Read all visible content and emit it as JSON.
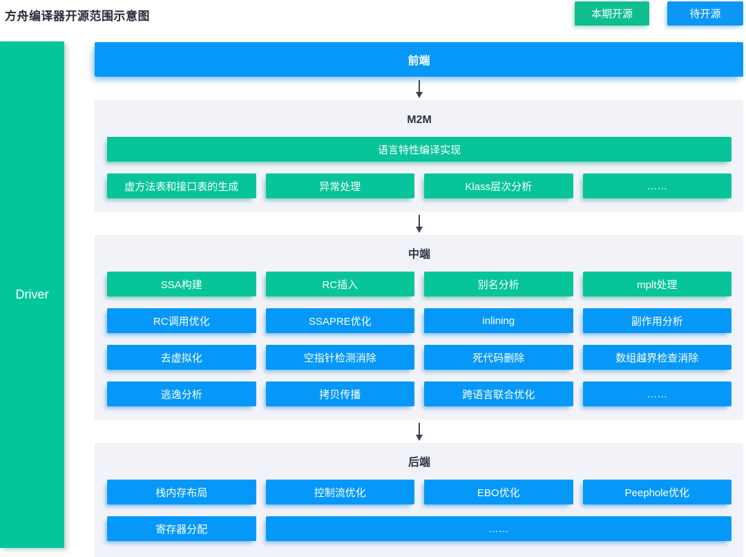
{
  "title": "方舟编译器开源范围示意图",
  "legend": {
    "items": [
      {
        "label": "本期开源",
        "type": "green",
        "color": "#0FBE8F"
      },
      {
        "label": "待开源",
        "type": "blue",
        "color": "#0D97F5"
      }
    ]
  },
  "driver": {
    "label": "Driver"
  },
  "flow": {
    "frontend_label": "前端",
    "sections": [
      {
        "id": "m2m",
        "title": "M2M",
        "rows": [
          [
            {
              "label": "语言特性编译实现",
              "color": "green",
              "span": 4
            }
          ],
          [
            {
              "label": "虚方法表和接口表的生成",
              "color": "green"
            },
            {
              "label": "异常处理",
              "color": "green"
            },
            {
              "label": "Klass层次分析",
              "color": "green"
            },
            {
              "label": "……",
              "color": "green"
            }
          ]
        ]
      },
      {
        "id": "middle-end",
        "title": "中端",
        "rows": [
          [
            {
              "label": "SSA构建",
              "color": "green"
            },
            {
              "label": "RC插入",
              "color": "green"
            },
            {
              "label": "别名分析",
              "color": "green"
            },
            {
              "label": "mplt处理",
              "color": "green"
            }
          ],
          [
            {
              "label": "RC调用优化",
              "color": "blue"
            },
            {
              "label": "SSAPRE优化",
              "color": "blue"
            },
            {
              "label": "inlining",
              "color": "blue"
            },
            {
              "label": "副作用分析",
              "color": "blue"
            }
          ],
          [
            {
              "label": "去虚拟化",
              "color": "blue"
            },
            {
              "label": "空指针检测消除",
              "color": "blue"
            },
            {
              "label": "死代码删除",
              "color": "blue"
            },
            {
              "label": "数组越界检查消除",
              "color": "blue"
            }
          ],
          [
            {
              "label": "逃逸分析",
              "color": "blue"
            },
            {
              "label": "拷贝传播",
              "color": "blue"
            },
            {
              "label": "跨语言联合优化",
              "color": "blue"
            },
            {
              "label": "……",
              "color": "blue"
            }
          ]
        ]
      },
      {
        "id": "backend",
        "title": "后端",
        "rows": [
          [
            {
              "label": "栈内存布局",
              "color": "blue"
            },
            {
              "label": "控制流优化",
              "color": "blue"
            },
            {
              "label": "EBO优化",
              "color": "blue"
            },
            {
              "label": "Peephole优化",
              "color": "blue"
            }
          ],
          [
            {
              "label": "寄存器分配",
              "color": "blue"
            },
            {
              "label": "……",
              "color": "blue",
              "span": 3
            }
          ]
        ]
      }
    ]
  },
  "colors": {
    "open_this_release_green": "#08C49A",
    "to_be_open_blue": "#0598F8",
    "panel_background": "#F2F3F9",
    "arrow": "#3C4148"
  }
}
